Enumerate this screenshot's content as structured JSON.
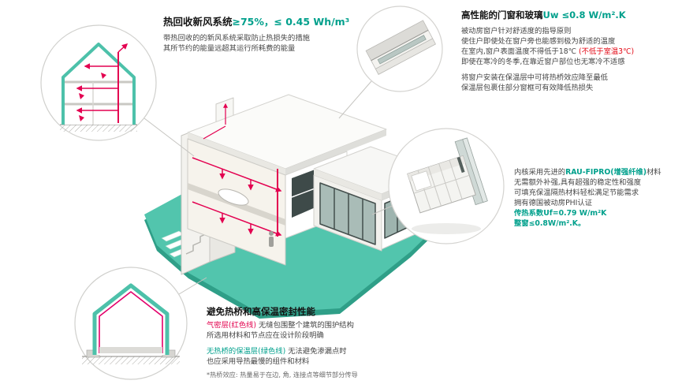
{
  "accent": {
    "teal_illustration": "#4dc1aa",
    "platform_teal": "#52c5ad",
    "green_text": "#00a08c",
    "red_text": "#e30613",
    "airtight_red": "#e2004d",
    "duct_red": "#e30050"
  },
  "sections": {
    "ventilation": {
      "title": "热回收新风系统",
      "title_value": "≥75%，≤ 0.45 Wh/m³",
      "lines": [
        "带热回收的的新风系统采取防止热损失的措施",
        "其所节约的能量远超其运行所耗费的能量"
      ]
    },
    "windows": {
      "title": "高性能的门窗和玻璃",
      "title_value": "Uw ≤0.8 W/m².K",
      "para1": [
        "被动房窗户针对舒适度的指导原则",
        "使住户即使处在窗户旁也能感到极为舒适的温度"
      ],
      "temp_line_black": "在室内,窗户表面温度不得低于18℃ ",
      "temp_line_red": "(不低于室温3℃)",
      "para1_tail": "即使在寒冷的冬季,在靠近窗户部位也无寒冷不适感",
      "para2": [
        "将窗户安装在保温层中可将热桥效应降至最低",
        "保温层包裹住部分窗框可有效降低热损失"
      ]
    },
    "frame": {
      "intro_black": "内核采用先进的",
      "intro_green": "RAU-FIPRO(增强纤维)",
      "intro_tail": "材料",
      "lines": [
        "无需额外补强,具有超强的稳定性和强度",
        "可填充保温隔热材料轻松满足节能需求",
        "拥有德国被动房PHI认证"
      ],
      "stats": [
        "传热系数Uf=0.79 W/m²K",
        "整窗≤0.8W/m².K。"
      ]
    },
    "thermal": {
      "title": "避免热桥和高保温密封性能",
      "airtight_label": "气密层(红色线)",
      "airtight_text": " 无缝包围整个建筑的围护结构",
      "line2": "所选用材料和节点应在设计阶段明确",
      "insulation_label": "无热桥的保温层(绿色线)",
      "insulation_text": " 无法避免渗漏点时",
      "line4": "也应采用导热最慢的组件和材料",
      "footnote": "*热桥效应: 热量易于在边, 角, 连接点等细节部分传导"
    }
  }
}
